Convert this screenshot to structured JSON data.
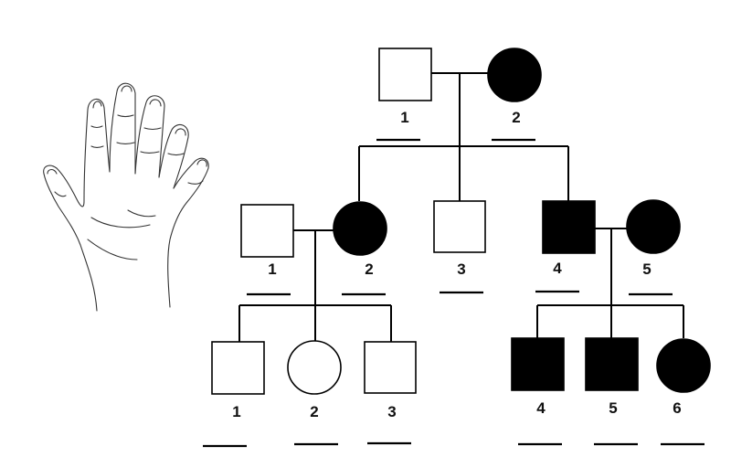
{
  "colors": {
    "affected": "#000000",
    "unaffected": "#ffffff",
    "line": "#000000"
  },
  "illustration": {
    "icon": "hand-with-extra-finger-icon"
  },
  "generations": [
    {
      "id": "I",
      "members": [
        {
          "number": "1",
          "sex": "male",
          "affected": false
        },
        {
          "number": "2",
          "sex": "female",
          "affected": true
        }
      ]
    },
    {
      "id": "II",
      "members": [
        {
          "number": "1",
          "sex": "male",
          "affected": false
        },
        {
          "number": "2",
          "sex": "female",
          "affected": true
        },
        {
          "number": "3",
          "sex": "male",
          "affected": false
        },
        {
          "number": "4",
          "sex": "male",
          "affected": true
        },
        {
          "number": "5",
          "sex": "female",
          "affected": true
        }
      ]
    },
    {
      "id": "III",
      "members": [
        {
          "number": "1",
          "sex": "male",
          "affected": false
        },
        {
          "number": "2",
          "sex": "female",
          "affected": false
        },
        {
          "number": "3",
          "sex": "male",
          "affected": false
        },
        {
          "number": "4",
          "sex": "male",
          "affected": true
        },
        {
          "number": "5",
          "sex": "male",
          "affected": true
        },
        {
          "number": "6",
          "sex": "female",
          "affected": true
        }
      ]
    }
  ]
}
